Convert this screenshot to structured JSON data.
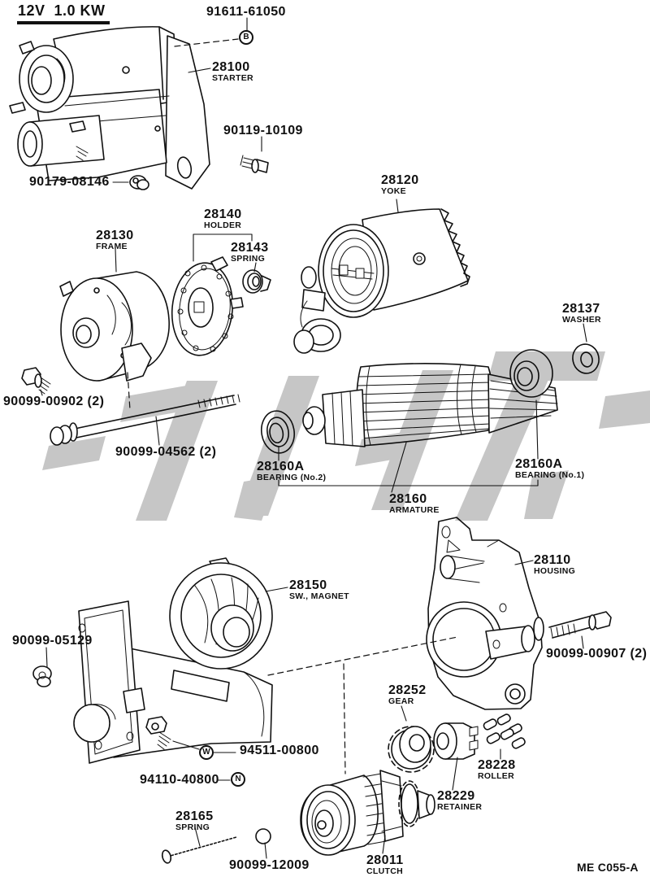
{
  "header": {
    "spec": "12V  1.0 KW"
  },
  "figure_code": "ME C055-A",
  "colors": {
    "line": "#111111",
    "watermark": "#c6c6c6",
    "background": "#ffffff"
  },
  "markers": {
    "b": "B",
    "w": "W",
    "n": "N"
  },
  "labels": {
    "bolt_91611": {
      "number": "91611-61050"
    },
    "starter": {
      "number": "28100",
      "name": "STARTER"
    },
    "bolt_90119": {
      "number": "90119-10109"
    },
    "nut_90179": {
      "number": "90179-08146"
    },
    "frame": {
      "number": "28130",
      "name": "FRAME"
    },
    "holder": {
      "number": "28140",
      "name": "HOLDER"
    },
    "spring_28143": {
      "number": "28143",
      "name": "SPRING"
    },
    "yoke": {
      "number": "28120",
      "name": "YOKE"
    },
    "washer": {
      "number": "28137",
      "name": "WASHER"
    },
    "bolt_00902": {
      "number": "90099-00902 (2)"
    },
    "bolt_04562": {
      "number": "90099-04562 (2)"
    },
    "bearing_no2": {
      "number": "28160A",
      "name": "BEARING (No.2)"
    },
    "bearing_no1": {
      "number": "28160A",
      "name": "BEARING (No.1)"
    },
    "armature": {
      "number": "28160",
      "name": "ARMATURE"
    },
    "housing": {
      "number": "28110",
      "name": "HOUSING"
    },
    "magnet_switch": {
      "number": "28150",
      "name": "SW., MAGNET"
    },
    "grommet_05129": {
      "number": "90099-05129"
    },
    "bolt_00907": {
      "number": "90099-00907 (2)"
    },
    "gear": {
      "number": "28252",
      "name": "GEAR"
    },
    "washer_94511": {
      "number": "94511-00800"
    },
    "nut_94110": {
      "number": "94110-40800"
    },
    "spring_28165": {
      "number": "28165",
      "name": "SPRING"
    },
    "ball_12009": {
      "number": "90099-12009"
    },
    "clutch": {
      "number": "28011",
      "name": "CLUTCH"
    },
    "roller": {
      "number": "28228",
      "name": "ROLLER"
    },
    "retainer": {
      "number": "28229",
      "name": "RETAINER"
    }
  }
}
